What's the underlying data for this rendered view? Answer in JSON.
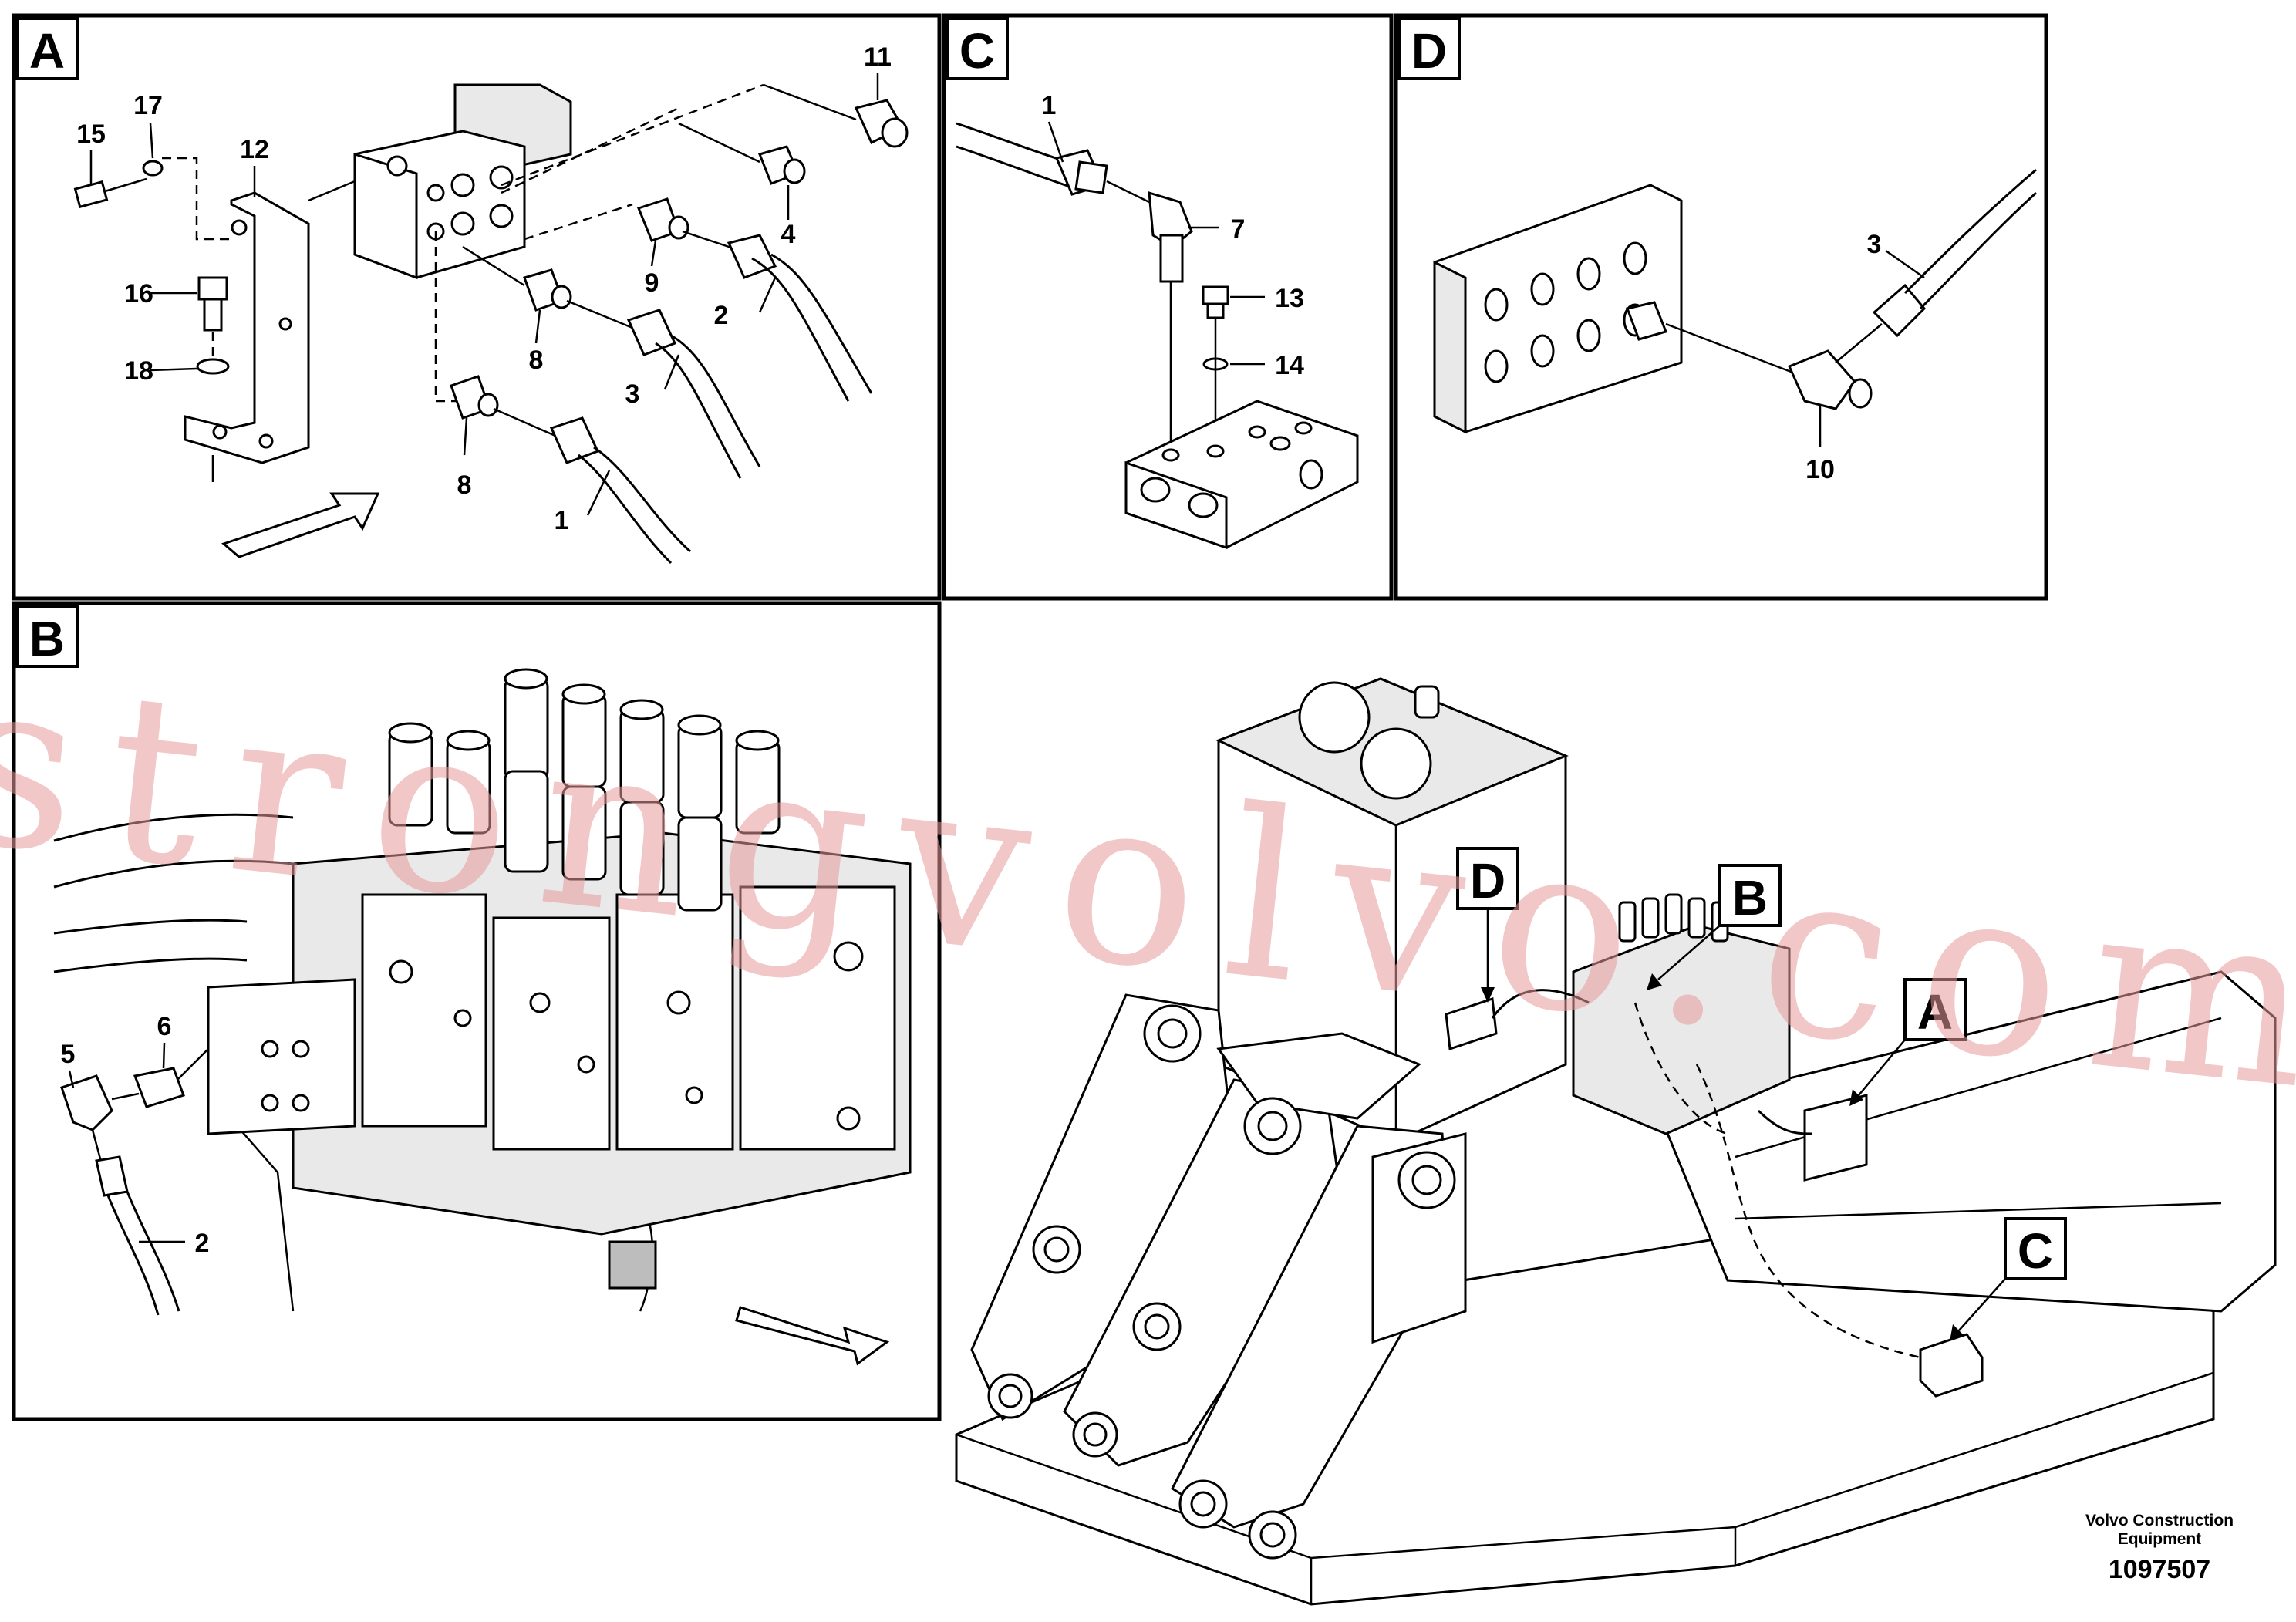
{
  "panels": {
    "a": {
      "tag": "A",
      "callouts": [
        "15",
        "17",
        "12",
        "16",
        "18",
        "11",
        "4",
        "9",
        "2",
        "8",
        "3",
        "8",
        "1"
      ]
    },
    "b": {
      "tag": "B",
      "callouts": [
        "6",
        "5",
        "2"
      ]
    },
    "c": {
      "tag": "C",
      "callouts": [
        "1",
        "7",
        "13",
        "14"
      ]
    },
    "d": {
      "tag": "D",
      "callouts": [
        "3",
        "10"
      ]
    },
    "overview": {
      "tags": [
        "D",
        "B",
        "A",
        "C"
      ]
    }
  },
  "watermark": "strongvolvo.com",
  "footer": {
    "company_line1": "Volvo Construction",
    "company_line2": "Equipment",
    "drawing_number": "1097507"
  }
}
